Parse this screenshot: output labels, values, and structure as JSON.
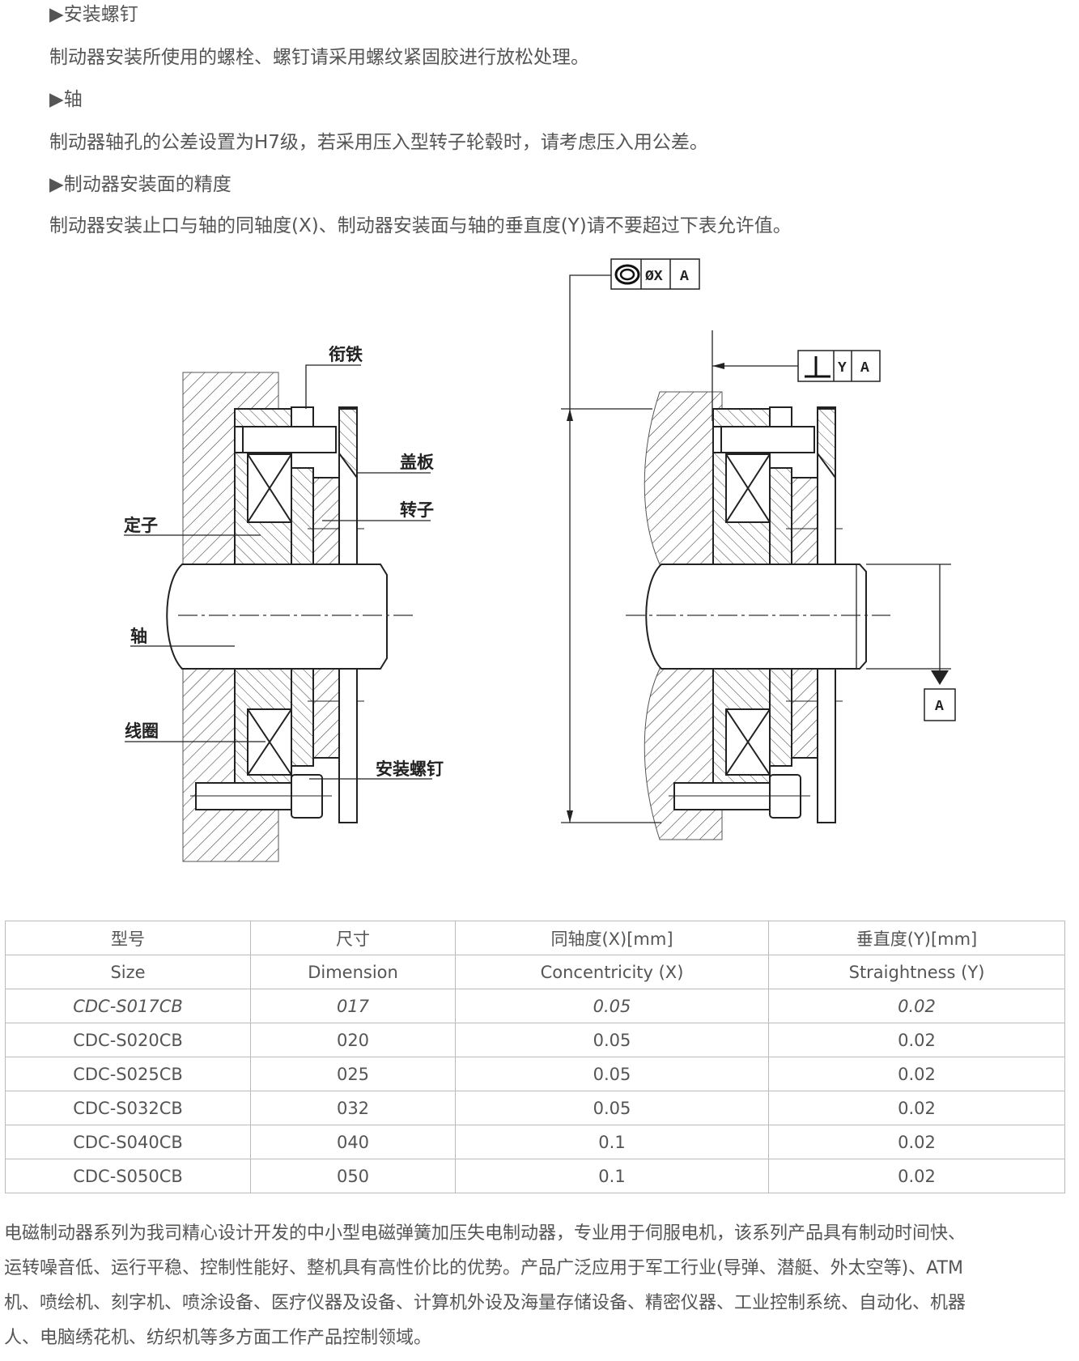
{
  "sections": [
    {
      "heading_marker": "▶",
      "heading": "安装螺钉",
      "text": "制动器安装所使用的螺栓、螺钉请采用螺纹紧固胶进行放松处理。"
    },
    {
      "heading_marker": "▶",
      "heading": "轴",
      "text": "制动器轴孔的公差设置为H7级，若采用压入型转子轮毂时，请考虑压入用公差。"
    },
    {
      "heading_marker": "▶",
      "heading": "制动器安装面的精度",
      "text": "制动器安装止口与轴的同轴度(X)、制动器安装面与轴的垂直度(Y)请不要超过下表允许值。"
    }
  ],
  "diagram": {
    "labels": {
      "armature": "衔铁",
      "cover": "盖板",
      "rotor": "转子",
      "stator": "定子",
      "shaft": "轴",
      "coil": "线圈",
      "screw": "安装螺钉"
    },
    "fcf_concentricity": {
      "value": "ØX",
      "datum": "A"
    },
    "fcf_perpendicularity": {
      "value": "Y",
      "datum": "A"
    },
    "datum_label": "A"
  },
  "table": {
    "header_cn": [
      "型号",
      "尺寸",
      "同轴度(X)[mm]",
      "垂直度(Y)[mm]"
    ],
    "header_en": [
      "Size",
      "Dimension",
      "Concentricity (X)",
      "Straightness (Y)"
    ],
    "rows": [
      [
        "CDC-S017CB",
        "017",
        "0.05",
        "0.02"
      ],
      [
        "CDC-S020CB",
        "020",
        "0.05",
        "0.02"
      ],
      [
        "CDC-S025CB",
        "025",
        "0.05",
        "0.02"
      ],
      [
        "CDC-S032CB",
        "032",
        "0.05",
        "0.02"
      ],
      [
        "CDC-S040CB",
        "040",
        "0.1",
        "0.02"
      ],
      [
        "CDC-S050CB",
        "050",
        "0.1",
        "0.02"
      ]
    ]
  },
  "description_lines": [
    "电磁制动器系列为我司精心设计开发的中小型电磁弹簧加压失电制动器，专业用于伺服电机，该系列产品具有制动时间快、",
    "运转噪音低、运行平稳、控制性能好、整机具有高性价比的优势。产品广泛应用于军工行业(导弹、潜艇、外太空等)、ATM",
    "机、喷绘机、刻字机、喷涂设备、医疗仪器及设备、计算机外设及海量存储设备、精密仪器、工业控制系统、自动化、机器",
    "人、电脑绣花机、纺织机等多方面工作产品控制领域。"
  ]
}
